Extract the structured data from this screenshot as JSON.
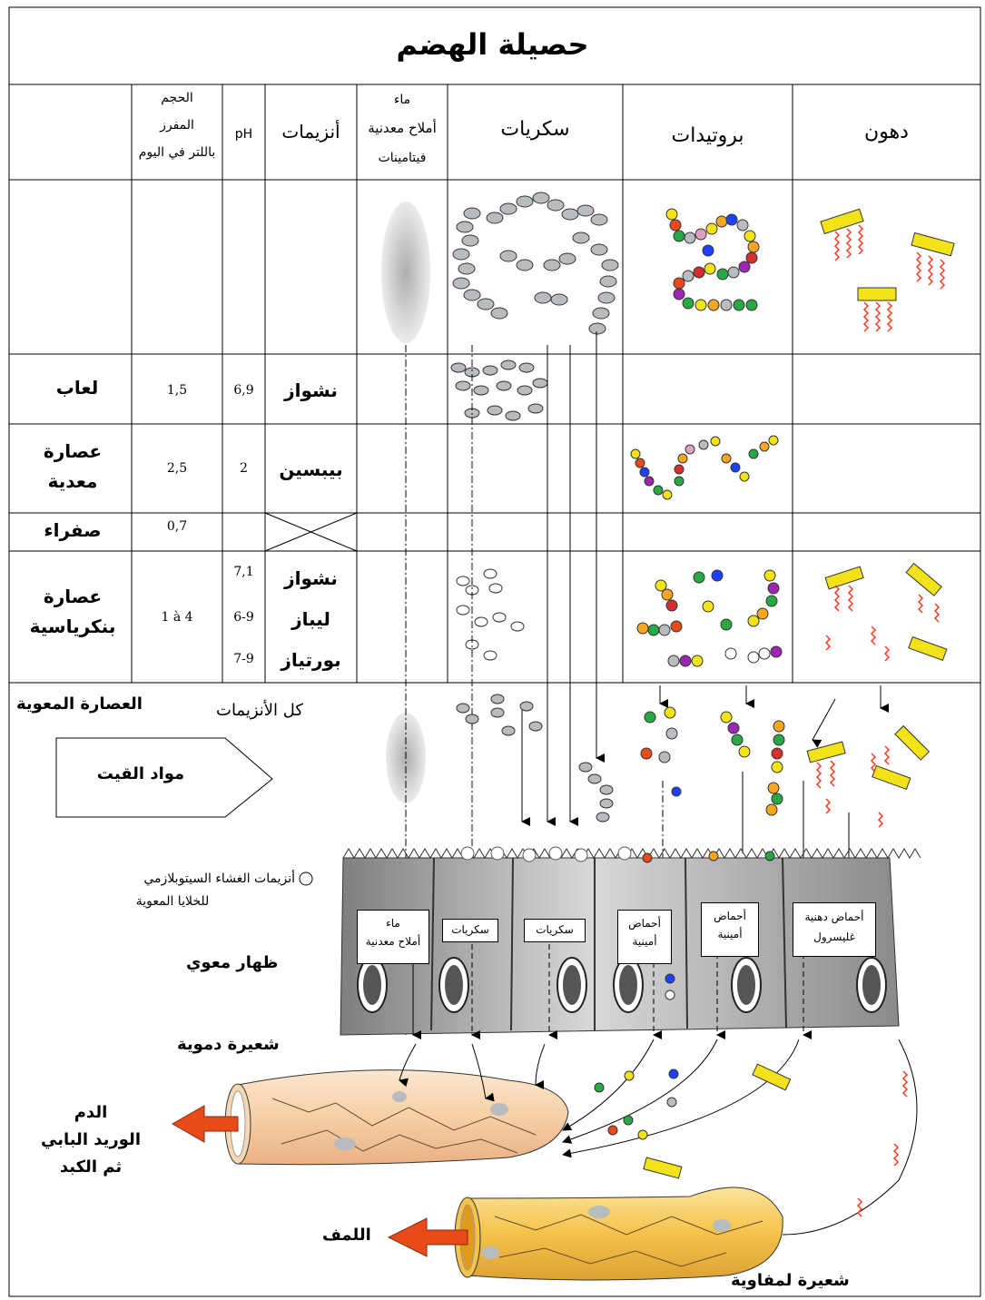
{
  "title": "حصيلة الهضم",
  "headers": {
    "volume": [
      "الحجم",
      "المفرز",
      "باللتر في اليوم"
    ],
    "ph": "pH",
    "enzymes": "أنزيمات",
    "minerals": [
      "ماء",
      "أملاح معدنية",
      "فيتامينات"
    ],
    "sugars": "سكريات",
    "proteins": "بروتيدات",
    "fats": "دهون"
  },
  "rows": [
    {
      "name": [
        "لعاب"
      ],
      "volume": "1,5",
      "ph": [
        "6,9"
      ],
      "enzymes": [
        "نشواز"
      ]
    },
    {
      "name": [
        "عصارة",
        "معدية"
      ],
      "volume": "2,5",
      "ph": [
        "2"
      ],
      "enzymes": [
        "بيبسين"
      ]
    },
    {
      "name": [
        "صفراء"
      ],
      "volume": "0,7",
      "ph": [],
      "enzymes": []
    },
    {
      "name": [
        "عصارة",
        "بنكرياسية"
      ],
      "volume": "1 à 4",
      "ph": [
        "7,1",
        "6-9",
        "7-9"
      ],
      "enzymes": [
        "نشواز",
        "ليباز",
        "بورتياز"
      ]
    }
  ],
  "lower": {
    "intestinal_juice": "العصارة المعوية",
    "all_enzymes": "كل الأنزيمات",
    "chyme": "مواد القيت",
    "membrane_enzymes": [
      "أنزيمات الغشاء السيتوبلازمي",
      "للخلايا المعوية"
    ],
    "epithelium": "ظهار معوي",
    "blood_capillary": "شعيرة دموية",
    "blood_dest": [
      "الدم",
      "الوريد البابي",
      "ثم الكبد"
    ],
    "lymph": "اللمف",
    "lymph_capillary": "شعيرة لمفاوية",
    "cell_boxes": [
      [
        "ماء",
        "أملاح معدنية"
      ],
      [
        "سكريات"
      ],
      [
        "سكريات"
      ],
      [
        "أحماض",
        "أمينية"
      ],
      [
        "أحماض",
        "أمينية"
      ],
      [
        "أحماض دهنية",
        "غليسرول"
      ]
    ]
  },
  "colors": {
    "fat_yellow": "#f2e21a",
    "fat_chain": "#ff3b1f",
    "glucose_grey": "#b8bcbf",
    "cell_grey": "#9a9a9a",
    "blood_vessel": "#f6d7b4",
    "lymph_vessel": "#f5c24a",
    "arrow_red": "#e84a1a"
  }
}
